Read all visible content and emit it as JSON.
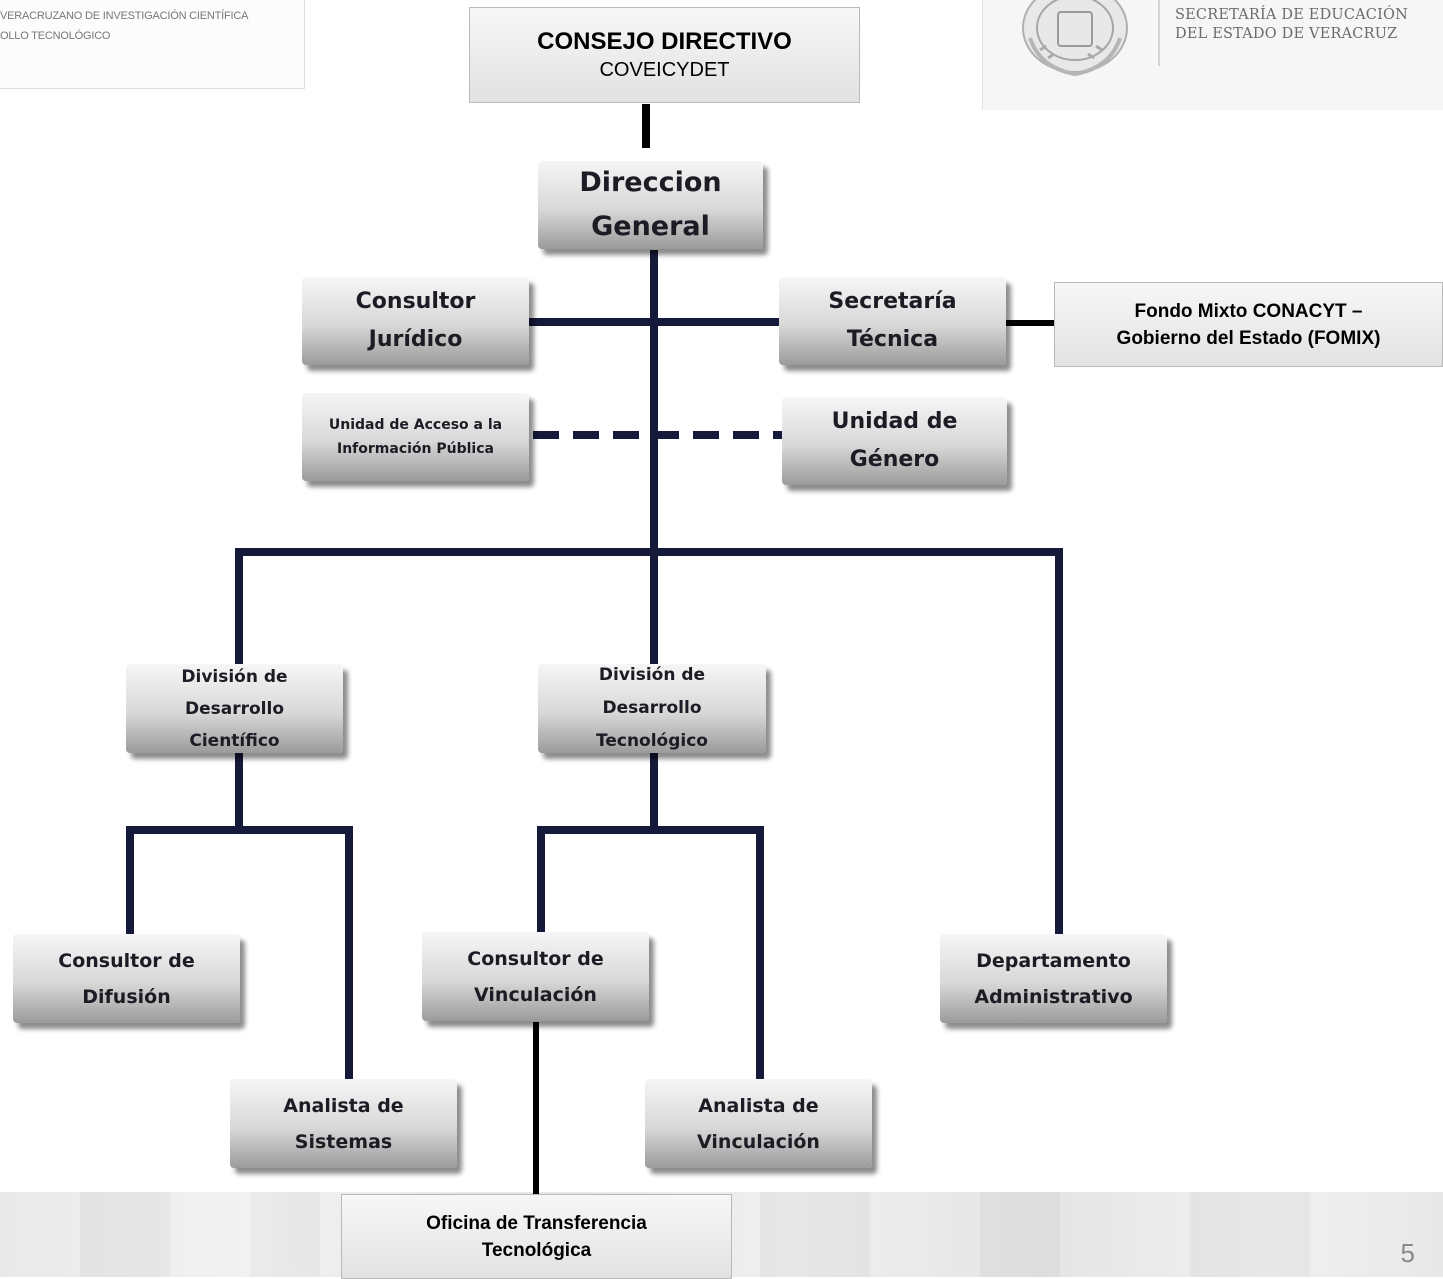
{
  "header": {
    "left_logo_text": "VERACRUZANO  DE INVESTIGACIÓN CIENTÍFICA\nOLLO TECNOLÓGICO",
    "right_logo_text": "SECRETARÍA DE EDUCACIÓN\nDEL ESTADO DE VERACRUZ"
  },
  "consejo": {
    "title": "CONSEJO DIRECTIVO",
    "subtitle": "COVEICYDET"
  },
  "fomix": {
    "label": "Fondo Mixto CONACYT –\nGobierno del Estado (FOMIX)"
  },
  "oficina": {
    "label": "Oficina de Transferencia\nTecnológica"
  },
  "nodes": {
    "direccion": "Direccion\nGeneral",
    "consultor_juridico": "Consultor\nJurídico",
    "secretaria_tecnica": "Secretaría\nTécnica",
    "unidad_acceso": "Unidad de Acceso a la\nInformación Pública",
    "unidad_genero": "Unidad de\nGénero",
    "division_cientifico": "División de\nDesarrollo\nCientífico",
    "division_tecnologico": "División de\nDesarrollo\nTecnológico",
    "consultor_difusion": "Consultor de\nDifusión",
    "consultor_vinculacion": "Consultor de\nVinculación",
    "departamento_administrativo": "Departamento\nAdministrativo",
    "analista_sistemas": "Analista de\nSistemas",
    "analista_vinculacion": "Analista de\nVinculación"
  },
  "footer": {
    "page_number": "5"
  },
  "colors": {
    "connector": "#161a3a",
    "link_black": "#000000"
  }
}
